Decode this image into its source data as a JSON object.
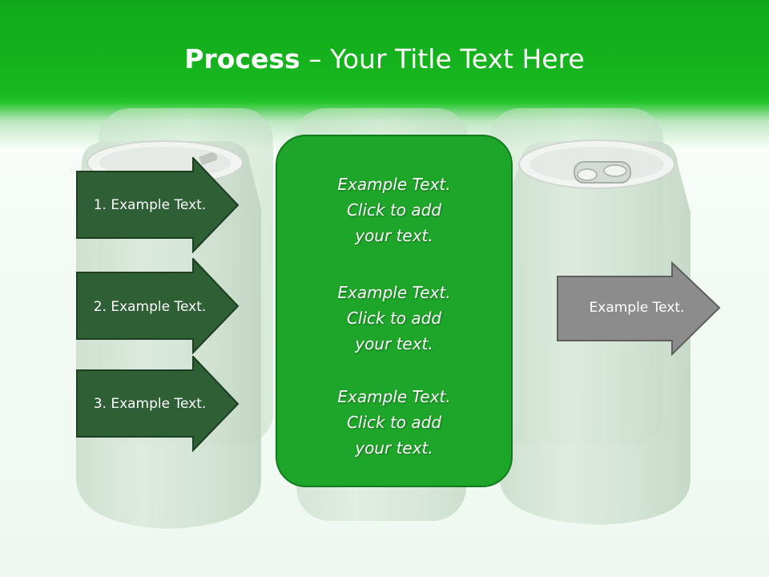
{
  "slide": {
    "title_bold": "Process",
    "title_rest": " – Your Title Text Here"
  },
  "steps": [
    {
      "label": "1. Example Text."
    },
    {
      "label": "2. Example Text."
    },
    {
      "label": "3. Example Text."
    }
  ],
  "center_paragraphs": [
    {
      "line1": "Example Text.",
      "line2": "Click  to add",
      "line3": "your text."
    },
    {
      "line1": "Example Text.",
      "line2": "Click  to add",
      "line3": "your text."
    },
    {
      "line1": "Example Text.",
      "line2": "Click  to add",
      "line3": "your text."
    }
  ],
  "result": {
    "label": "Example Text."
  },
  "colors": {
    "header_green": "#18b820",
    "step_arrow_fill": "#2f5f35",
    "center_box_fill": "#1ea62a",
    "result_arrow_fill": "#8c8c8c"
  }
}
